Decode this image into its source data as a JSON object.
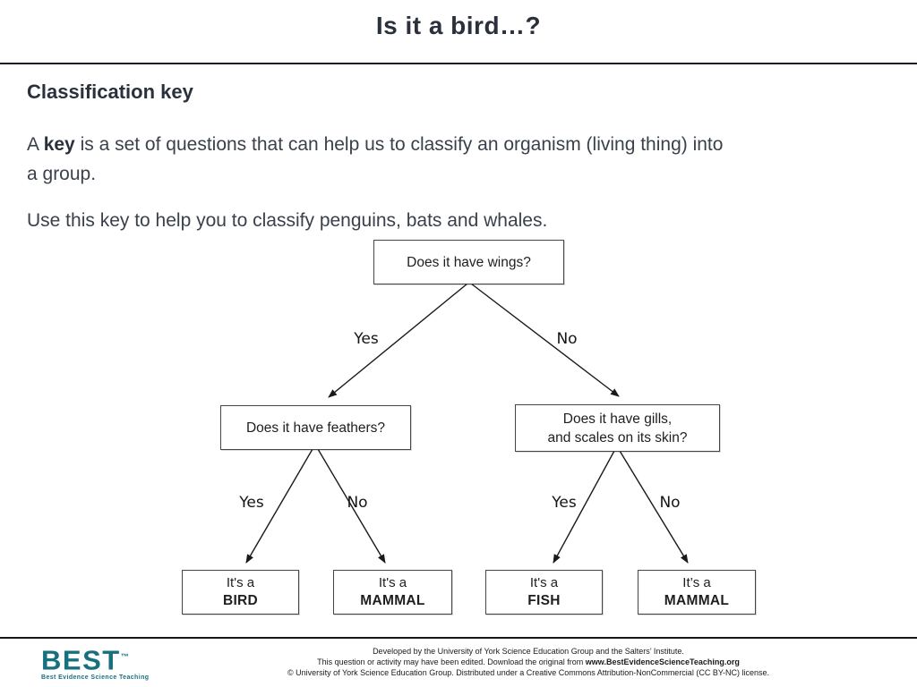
{
  "slide": {
    "title": "Is it a bird…?"
  },
  "intro": {
    "heading": "Classification key",
    "paragraph1": {
      "prefix": "A ",
      "bold": "key",
      "suffix_line1": " is a set of questions that can help us to classify an organism (living thing) into",
      "suffix_line2": "a group."
    },
    "paragraph2": "Use this key to help you to classify penguins, bats and whales."
  },
  "diagram": {
    "type": "decision-tree",
    "nodes": [
      {
        "id": "wings",
        "question": "Does it have wings?"
      },
      {
        "id": "feathers",
        "question": "Does it have feathers?"
      },
      {
        "id": "gills",
        "question_line1": "Does it have gills,",
        "question_line2": "and scales on its skin?"
      }
    ],
    "leaves": [
      {
        "id": "bird",
        "line1": "It's a",
        "line2": "BIRD"
      },
      {
        "id": "mammal-1",
        "line1": "It's a",
        "line2": "MAMMAL"
      },
      {
        "id": "fish",
        "line1": "It's a",
        "line2": "FISH"
      },
      {
        "id": "mammal-2",
        "line1": "It’s a",
        "line2": "MAMMAL"
      }
    ],
    "edges": [
      {
        "from": "wings",
        "to": "feathers",
        "label": "Yes"
      },
      {
        "from": "wings",
        "to": "gills",
        "label": "No"
      },
      {
        "from": "feathers",
        "to": "bird",
        "label": "Yes"
      },
      {
        "from": "feathers",
        "to": "mammal-1",
        "label": "No"
      },
      {
        "from": "gills",
        "to": "fish",
        "label": "Yes"
      },
      {
        "from": "gills",
        "to": "mammal-2",
        "label": "No"
      }
    ]
  },
  "footer": {
    "logo": {
      "text": "BEST",
      "tm": "™",
      "tagline": "Best Evidence Science Teaching",
      "color": "#17707e"
    },
    "line1": "Developed by the University of York Science Education Group and the Salters’ Institute.",
    "line2_prefix": "This question or activity may have been edited. Download the original from ",
    "line2_bold": "www.BestEvidenceScienceTeaching.org",
    "line3": "© University of York Science Education Group. Distributed under a Creative Commons Attribution-NonCommercial (CC BY-NC) license."
  }
}
